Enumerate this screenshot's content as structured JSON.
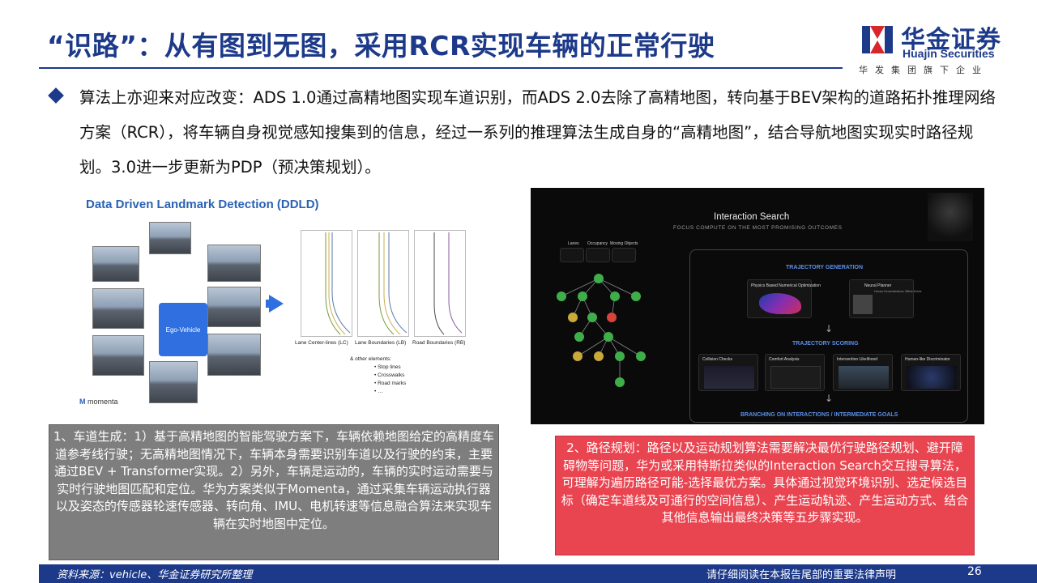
{
  "header": {
    "title": "“识路”：从有图到无图，采用RCR实现车辆的正常行驶"
  },
  "logo": {
    "name_cn": "华金证券",
    "name_en": "Huajin Securities",
    "group_line": "华发集团旗下企业",
    "brand_color": "#1d3a8a"
  },
  "main": {
    "paragraph": "算法上亦迎来对应改变：ADS 1.0通过高精地图实现车道识别，而ADS 2.0去除了高精地图，转向基于BEV架构的道路拓扑推理网络方案（RCR），将车辆自身视觉感知搜集到的信息，经过一系列的推理算法生成自身的“高精地图”，结合导航地图实现实时路径规划。3.0进一步更新为PDP（预决策规划）。"
  },
  "figure_left": {
    "title": "Data Driven Landmark Detection (DDLD)",
    "ego_label": "Ego-Vehicle",
    "plot_labels": [
      "Lane Center-lines (LC)",
      "Lane Boundaries (LB)",
      "Road Boundaries (RB)"
    ],
    "other_elements_heading": "& other elements:",
    "other_elements": [
      "Stop lines",
      "Crosswalks",
      "Road marks",
      "…"
    ],
    "brand": "momenta"
  },
  "figure_right": {
    "title": "Interaction Search",
    "subtitle": "FOCUS COMPUTE ON THE MOST PROMISING OUTCOMES",
    "inputs": [
      "Lanes",
      "Occupancy",
      "Moving Objects"
    ],
    "section_generation": "TRAJECTORY GENERATION",
    "gen_cards": [
      "Physics Based Numerical Optimization",
      "Neural Planner"
    ],
    "neural_planner_note": "Human Demonstrations Offline Solver",
    "section_scoring": "TRAJECTORY SCORING",
    "score_cards": [
      "Collision Checks",
      "Comfort Analysis",
      "Intervention Likelihood",
      "Human-like Discriminator"
    ],
    "section_branching": "BRANCHING ON INTERACTIONS / INTERMEDIATE GOALS"
  },
  "box_left": {
    "text": "1、车道生成：1）基于高精地图的智能驾驶方案下，车辆依赖地图给定的高精度车道参考线行驶；无高精地图情况下，车辆本身需要识别车道以及行驶的约束，主要通过BEV + Transformer实现。2）另外，车辆是运动的，车辆的实时运动需要与实时行驶地图匹配和定位。华为方案类似于Momenta，通过采集车辆运动执行器以及姿态的传感器轮速传感器、转向角、IMU、电机转速等信息融合算法来实现车辆在实时地图中定位。",
    "color": "#7e7e7e"
  },
  "box_right": {
    "text": "2、路径规划：路径以及运动规划算法需要解决最优行驶路径规划、避开障碍物等问题，华为或采用特斯拉类似的Interaction Search交互搜寻算法，可理解为遍历路径可能-选择最优方案。具体通过视觉环境识别、选定候选目标（确定车道线及可通行的空间信息）、产生运动轨迹、产生运动方式、结合其他信息输出最终决策等五步骤实现。",
    "color": "#e84551"
  },
  "footer": {
    "source": "资料来源：vehicle、华金证券研究所整理",
    "legal": "请仔细阅读在本报告尾部的重要法律声明",
    "page": "26"
  }
}
